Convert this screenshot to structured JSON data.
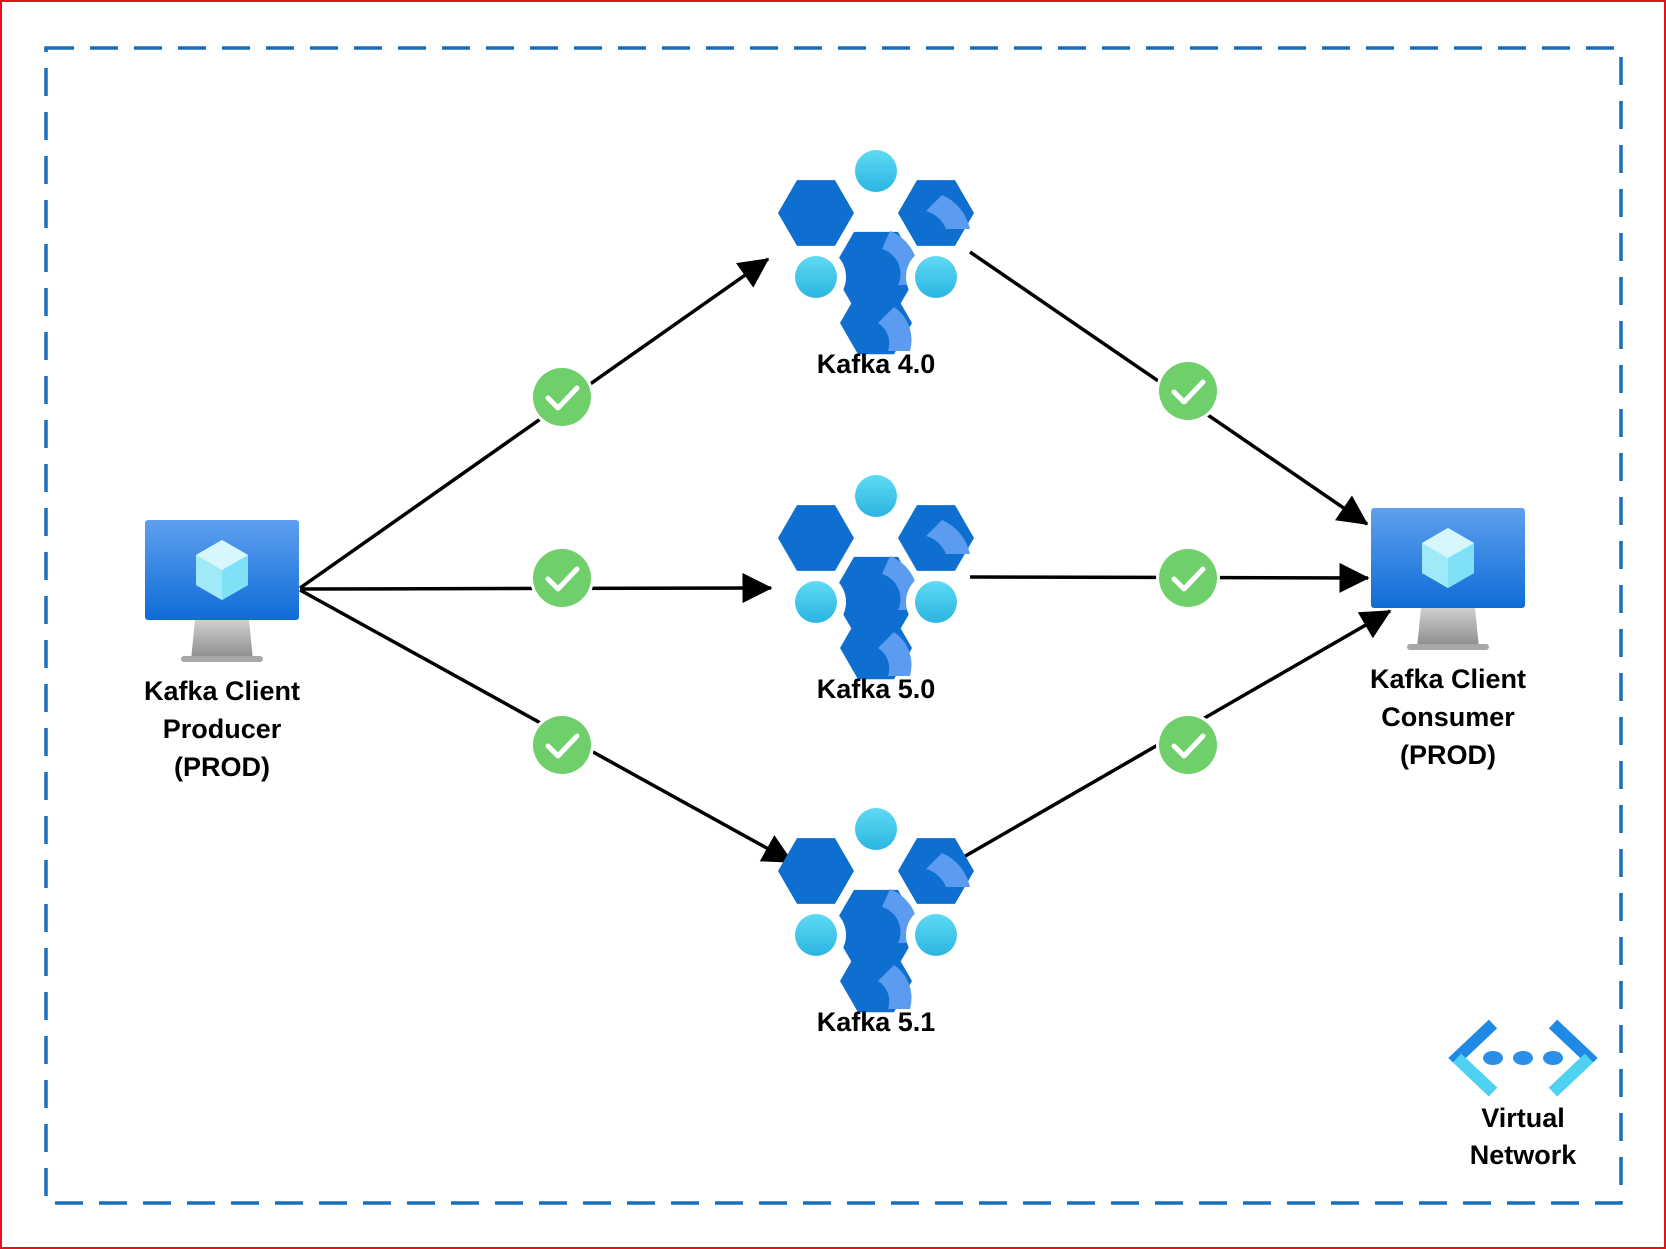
{
  "colors": {
    "frame_border": "#e2121f",
    "vnet_border": "#1a6fba",
    "edge": "#000000",
    "check_fill": "#6fcf6a",
    "azure_blue": "#0e6fd1",
    "azure_light": "#33c3e8"
  },
  "producer": {
    "icon": "virtual-machine-icon",
    "lines": [
      "Kafka Client",
      "Producer",
      "(PROD)"
    ]
  },
  "consumer": {
    "icon": "virtual-machine-icon",
    "lines": [
      "Kafka Client",
      "Consumer",
      "(PROD)"
    ]
  },
  "brokers": [
    {
      "id": "k40",
      "icon": "kafka-cluster-icon",
      "label": "Kafka 4.0"
    },
    {
      "id": "k50",
      "icon": "kafka-cluster-icon",
      "label": "Kafka 5.0"
    },
    {
      "id": "k51",
      "icon": "kafka-cluster-icon",
      "label": "Kafka 5.1"
    }
  ],
  "edges": [
    {
      "from": "producer",
      "to": "k40",
      "status": "check"
    },
    {
      "from": "producer",
      "to": "k50",
      "status": "check"
    },
    {
      "from": "producer",
      "to": "k51",
      "status": "check"
    },
    {
      "from": "k40",
      "to": "consumer",
      "status": "check"
    },
    {
      "from": "k50",
      "to": "consumer",
      "status": "check"
    },
    {
      "from": "k51",
      "to": "consumer",
      "status": "check"
    }
  ],
  "vnet": {
    "icon": "virtual-network-icon",
    "lines": [
      "Virtual",
      "Network"
    ]
  }
}
